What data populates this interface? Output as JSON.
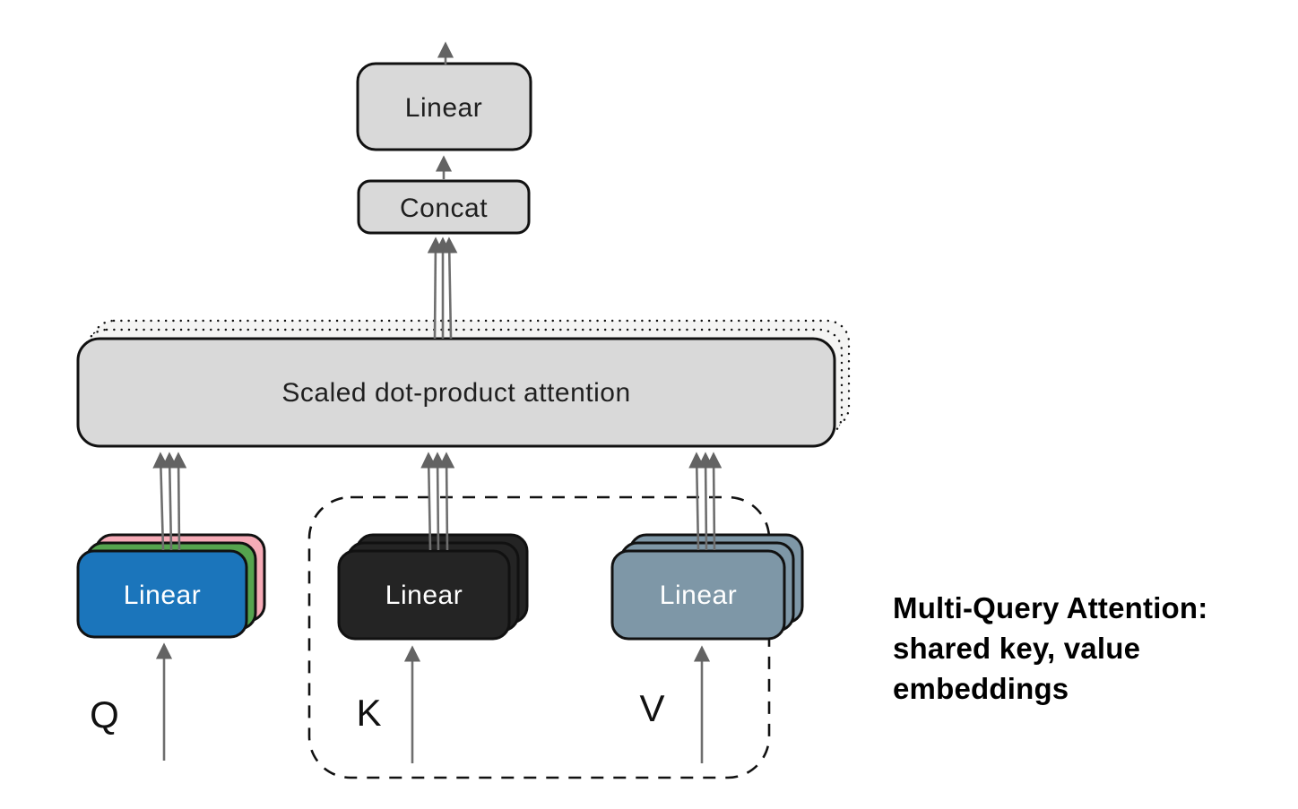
{
  "diagram": {
    "boxes": {
      "output_linear_label": "Linear",
      "concat_label": "Concat",
      "attention_label": "Scaled dot-product attention",
      "q_linear_label": "Linear",
      "k_linear_label": "Linear",
      "v_linear_label": "Linear"
    },
    "input_labels": {
      "q": "Q",
      "k": "K",
      "v": "V"
    },
    "annotation": {
      "line1": "Multi-Query Attention:",
      "line2": "shared key, value",
      "line3": "embeddings"
    },
    "colors": {
      "box_fill": "#d9d9d9",
      "q_front": "#1b75bb",
      "q_middle": "#55a44e",
      "q_back": "#f6abb7",
      "k_fill": "#242424",
      "v_fill": "#7e97a7",
      "arrow": "#6e6e6e"
    }
  }
}
